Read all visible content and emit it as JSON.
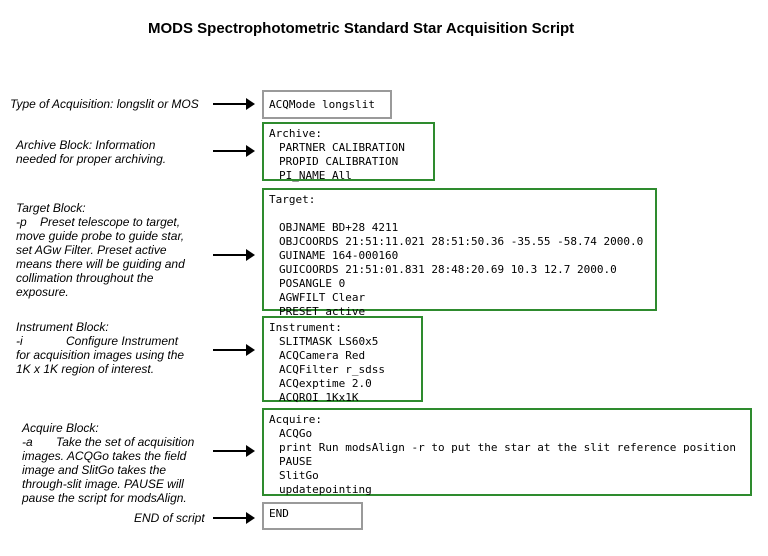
{
  "title": "MODS Spectrophotometric Standard Star Acquisition Script",
  "blocks": {
    "acqmode": {
      "label": [
        "Type of Acquisition: longslit or MOS"
      ],
      "lines": [
        "ACQMode longslit"
      ]
    },
    "archive": {
      "label": [
        "Archive Block: Information",
        "needed for proper archiving."
      ],
      "lines": [
        "Archive:",
        "PARTNER CALIBRATION",
        "PROPID CALIBRATION",
        "PI_NAME All"
      ]
    },
    "target": {
      "label": [
        "Target Block:",
        "-p    Preset telescope to target,",
        "move guide probe to guide star,",
        "set AGw Filter. Preset active",
        "means there will be guiding and",
        "collimation throughout the",
        "exposure."
      ],
      "lines": [
        "Target:",
        "",
        "OBJNAME BD+28 4211",
        "OBJCOORDS 21:51:11.021 28:51:50.36 -35.55 -58.74 2000.0",
        "GUINAME 164-000160",
        "GUICOORDS 21:51:01.831 28:48:20.69 10.3 12.7 2000.0",
        "POSANGLE 0",
        "AGWFILT Clear",
        "PRESET active"
      ]
    },
    "instrument": {
      "label": [
        "Instrument Block:",
        "-i             Configure Instrument",
        "for acquisition images using the",
        "1K x 1K region of interest."
      ],
      "lines": [
        "Instrument:",
        "SLITMASK LS60x5",
        "ACQCamera Red",
        "ACQFilter r_sdss",
        "ACQexptime 2.0",
        "ACQROI 1Kx1K"
      ]
    },
    "acquire": {
      "label": [
        "Acquire Block:",
        "-a       Take the set of acquisition",
        "images. ACQGo takes the field",
        "image and SlitGo takes the",
        "through-slit image. PAUSE will",
        "pause the script for modsAlign."
      ],
      "lines": [
        "Acquire:",
        "ACQGo",
        "print Run modsAlign -r to put the star at the slit reference position",
        "PAUSE",
        "SlitGo",
        "updatepointing"
      ]
    },
    "end": {
      "label": [
        "END of script"
      ],
      "lines": [
        "END"
      ]
    }
  }
}
